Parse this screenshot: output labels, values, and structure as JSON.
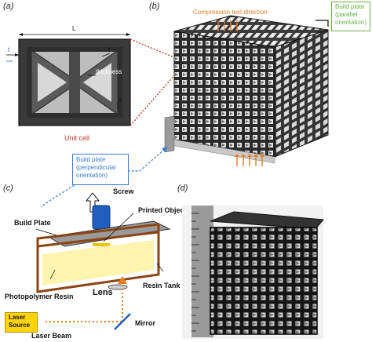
{
  "panels": {
    "a": {
      "label": "(a)",
      "dim_L": "L",
      "dim_t1": "t",
      "dim_t2": "t",
      "dim_t3": "t",
      "thickness_label": "thickness",
      "caption": "Unit cell",
      "caption_color": "#c0392b"
    },
    "b": {
      "label": "(b)",
      "compression_direction": "Compression test direction",
      "compression_color": "#e67e22",
      "build_plate_parallel": [
        "Build plate",
        "(parallel",
        "orientation)"
      ],
      "build_plate_parallel_color": "#6ab04c",
      "build_plate_perpendicular": [
        "Build plate",
        "(perpendicular",
        "orientation)"
      ],
      "build_plate_perpendicular_color": "#3a7bd5"
    },
    "c": {
      "label": "(c)",
      "screw": "Screw",
      "build_plate": "Build Plate",
      "printed_object": "Printed Object",
      "photopolymer_resin": "Photopolymer Resin",
      "resin_tank": "Resin Tank",
      "lens": "Lens",
      "mirror": "Mirror",
      "laser_source": [
        "Laser",
        "Source"
      ],
      "laser_beam": "Laser Beam",
      "laser_color": "#e67e22",
      "tank_color": "#8b4513",
      "resin_color": "#fff3b0",
      "screw_color": "#1f5fbf"
    },
    "d": {
      "label": "(d)"
    }
  }
}
